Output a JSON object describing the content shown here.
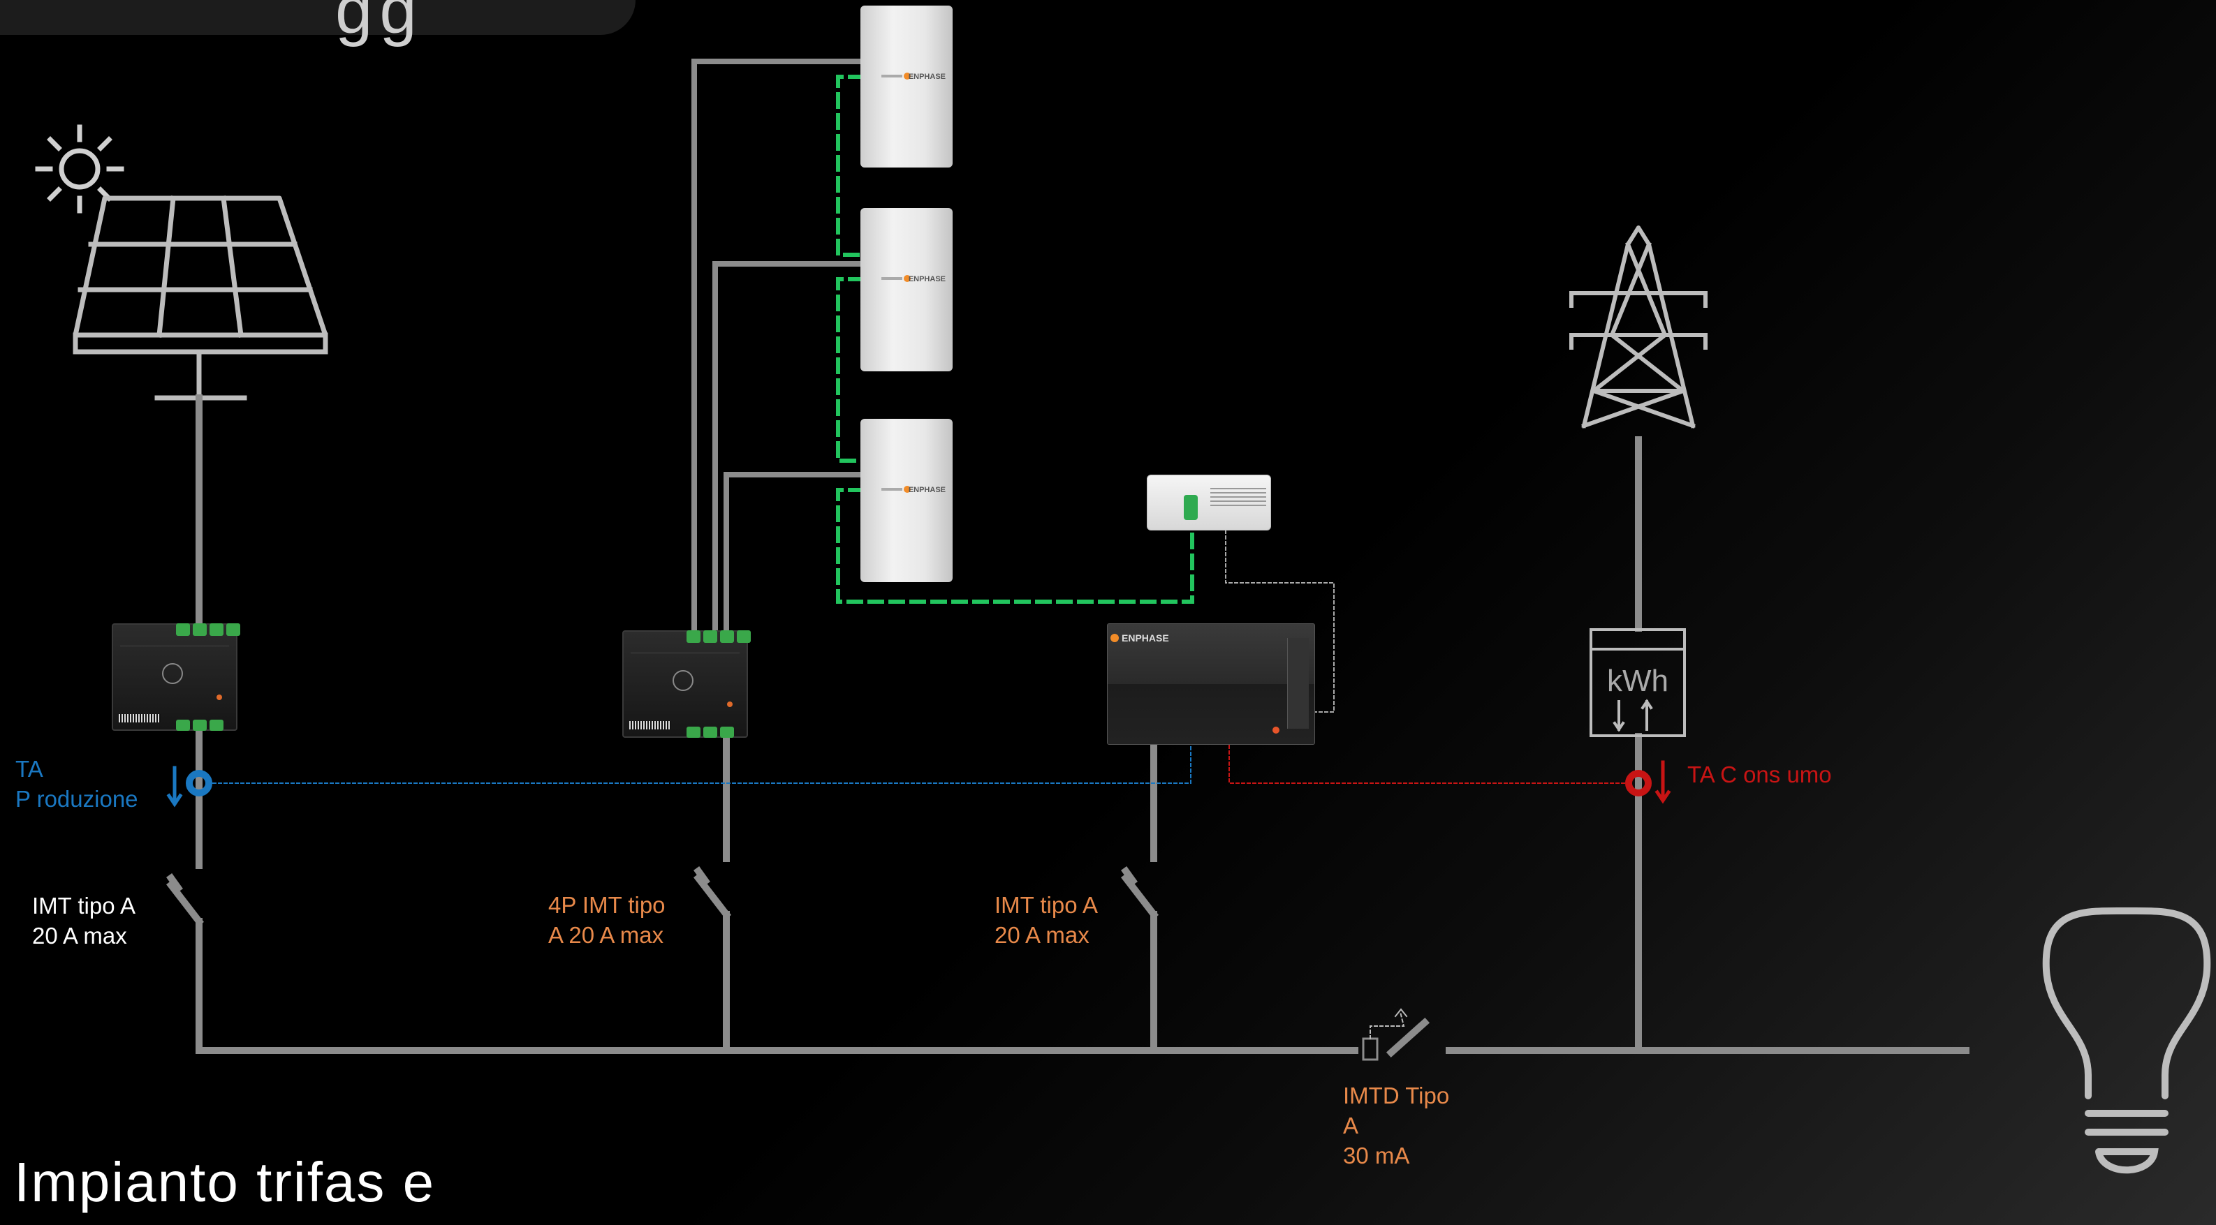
{
  "header": {
    "tab_text": "gg"
  },
  "title": "Impianto trifas e",
  "labels": {
    "ta_production": "TA\nP roduzione",
    "ta_consumption": "TA C ons umo",
    "breaker_1": "IMT  tipo A\n20 A max",
    "breaker_2": "4P  IMT  tipo\nA 20 A max",
    "breaker_3": "IMT  tipo A\n20 A max",
    "rcd": "IMTD Tipo\nA\n30 mA",
    "meter": "kWh"
  },
  "devices": {
    "battery_brand": "ENPHASE",
    "combiner_brand": "ENPHASE"
  },
  "colors": {
    "line": "#8c8c8c",
    "ta_production": "#1a78c2",
    "ta_consumption": "#c81414",
    "label_orange": "#e8894a",
    "label_white": "#ffffff",
    "comm_green": "#22c55e"
  },
  "icons": [
    "sun-icon",
    "solar-panel-icon",
    "power-pylon-icon",
    "kwh-meter-icon",
    "light-bulb-icon",
    "breaker-switch-icon",
    "ct-clamp-icon"
  ]
}
